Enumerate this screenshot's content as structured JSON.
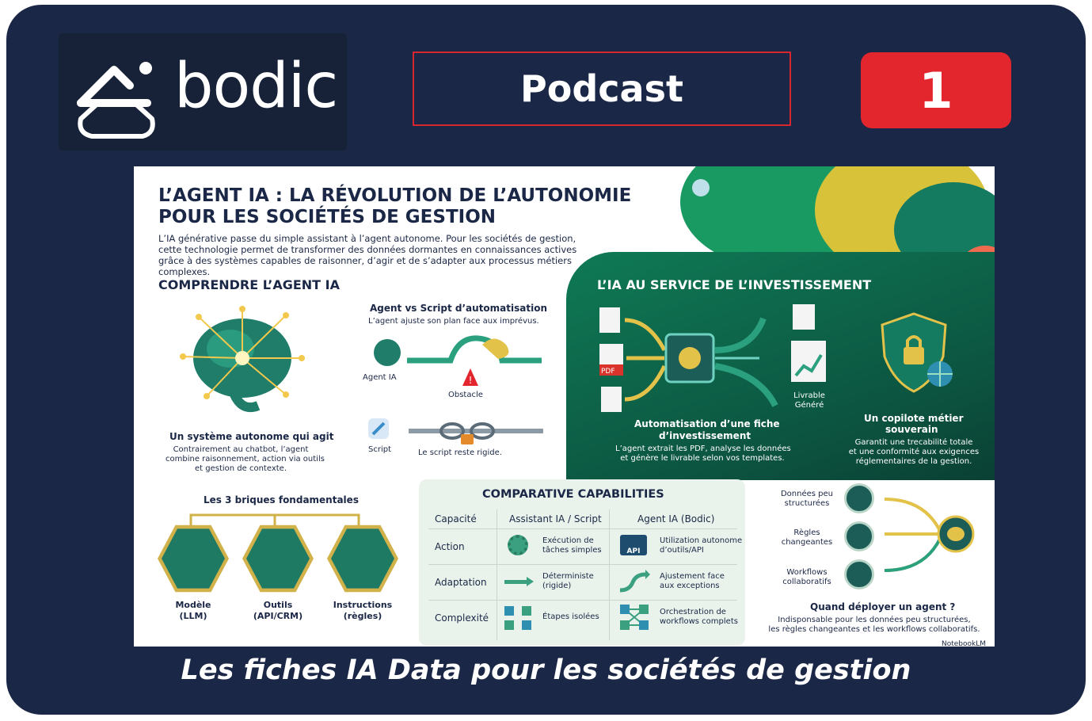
{
  "header": {
    "brand": "bodic",
    "podcast_label": "Podcast",
    "episode_number": "1"
  },
  "caption": "Les fiches IA Data pour les sociétés de gestion",
  "infographic": {
    "title_line1": "L’AGENT IA : LA RÉVOLUTION DE L’AUTONOMIE",
    "title_line2": "POUR LES SOCIÉTÉS DE GESTION",
    "lead": "L’IA générative passe du simple assistant à l’agent autonome. Pour les sociétés de gestion, cette technologie permet de transformer des données dormantes en connaissances actives grâce à des systèmes capables de raisonner, d’agir et de s’adapter aux processus métiers complexes.",
    "understand": {
      "title": "COMPRENDRE L’AGENT IA",
      "system_title": "Un système autonome qui agit",
      "system_text1": "Contrairement au chatbot, l’agent",
      "system_text2": "combine raisonnement, action via outils",
      "system_text3": "et gestion de contexte.",
      "vs_title": "Agent vs Script d’automatisation",
      "vs_sub": "L’agent ajuste son plan face aux imprévus.",
      "agent_label": "Agent IA",
      "obstacle_label": "Obstacle",
      "script_label": "Script",
      "script_rigid": "Le script reste rigide.",
      "bricks_title": "Les 3 briques fondamentales",
      "bricks": [
        {
          "l1": "Modèle",
          "l2": "(LLM)"
        },
        {
          "l1": "Outils",
          "l2": "(API/CRM)"
        },
        {
          "l1": "Instructions",
          "l2": "(règles)"
        }
      ]
    },
    "invest": {
      "title": "L’IA AU SERVICE DE L’INVESTISSEMENT",
      "pdf": "PDF",
      "deliverable_l1": "Livrable",
      "deliverable_l2": "Généré",
      "auto_title1": "Automatisation d’une fiche",
      "auto_title2": "d’investissement",
      "auto_text1": "L’agent extrait les PDF, analyse les données",
      "auto_text2": "et génère le livrable selon vos templates.",
      "copilot_title1": "Un copilote métier",
      "copilot_title2": "souverain",
      "copilot_text1": "Garantit une trecabilité totale",
      "copilot_text2": "et une conformité aux exigences",
      "copilot_text3": "réglementaires de la gestion."
    },
    "comparison": {
      "title": "COMPARATIVE CAPABILITIES",
      "headers": [
        "Capacité",
        "Assistant IA / Script",
        "Agent IA (Bodic)"
      ],
      "rows": [
        {
          "cap": "Action",
          "a1": "Exécution de",
          "a2": "tâches simples",
          "b1": "Utilization autonome",
          "b2": "d’outils/API",
          "b_icon": "API"
        },
        {
          "cap": "Adaptation",
          "a1": "Déterministe",
          "a2": "(rigide)",
          "b1": "Ajustement face",
          "b2": "aux exceptions"
        },
        {
          "cap": "Complexité",
          "a1": "Étapes isolées",
          "a2": "",
          "b1": "Orchestration de",
          "b2": "workflows complets"
        }
      ]
    },
    "deploy": {
      "items": [
        {
          "l1": "Données peu",
          "l2": "structurées"
        },
        {
          "l1": "Règles",
          "l2": "changeantes"
        },
        {
          "l1": "Workflows",
          "l2": "collaboratifs"
        }
      ],
      "title": "Quand déployer un agent ?",
      "text1": "Indisponsable pour les données peu structurées,",
      "text2": "les règles changeantes et les workflows collaboratifs."
    },
    "credit": "NotebookLM"
  },
  "colors": {
    "frame": "#1b2746",
    "accent_red": "#e3262d",
    "panel_green": "#0c5440",
    "ink": "#1b2746"
  }
}
